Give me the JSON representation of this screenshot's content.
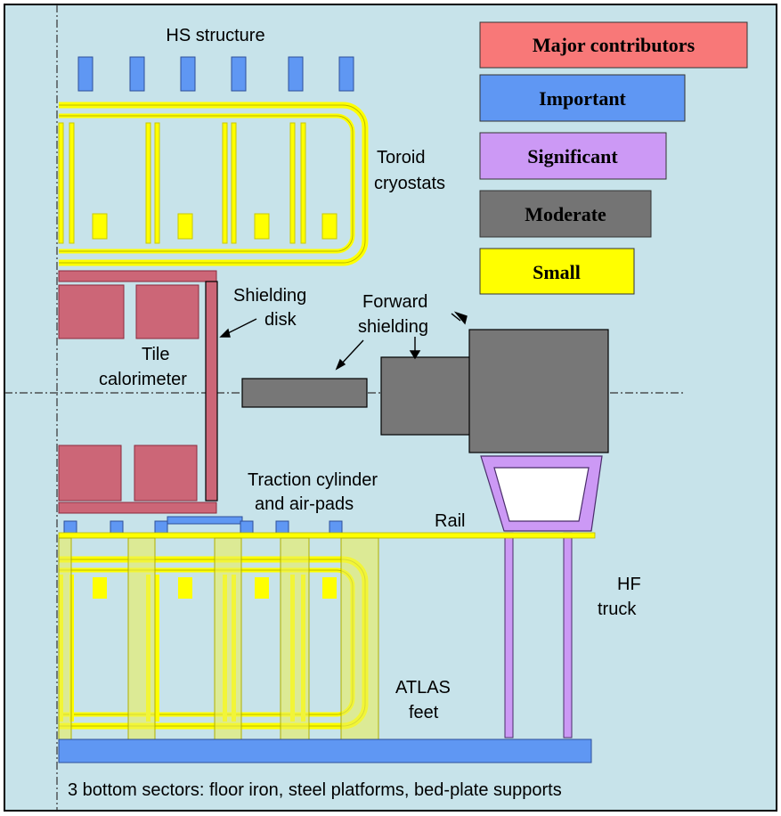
{
  "legend": {
    "items": [
      {
        "label": "Major contributors",
        "color": "#f87878"
      },
      {
        "label": "Important",
        "color": "#5f97f3"
      },
      {
        "label": "Significant",
        "color": "#cc99f5"
      },
      {
        "label": "Moderate",
        "color": "#747474"
      },
      {
        "label": "Small",
        "color": "#ffff00"
      }
    ]
  },
  "labels": {
    "hs_structure": "HS structure",
    "toroid_1": "Toroid",
    "toroid_2": "cryostats",
    "shielding_disk_1": "Shielding",
    "shielding_disk_2": "disk",
    "forward_shielding_1": "Forward",
    "forward_shielding_2": "shielding",
    "tile_1": "Tile",
    "tile_2": "calorimeter",
    "traction_1": "Traction cylinder",
    "traction_2": "and air-pads",
    "rail": "Rail",
    "hf_truck_1": "HF",
    "hf_truck_2": "truck",
    "atlas_feet_1": "ATLAS",
    "atlas_feet_2": "feet",
    "bottom_sectors": "3 bottom sectors: floor iron, steel platforms, bed-plate supports"
  },
  "colors": {
    "background": "#c7e3ea",
    "frame": "#000000",
    "yellow": "#ffff00",
    "yellow_translucent": "#e9ee5c",
    "blue": "#5f97f3",
    "tile_red": "#cc6677",
    "gray": "#777777",
    "violet": "#cc99f5"
  }
}
